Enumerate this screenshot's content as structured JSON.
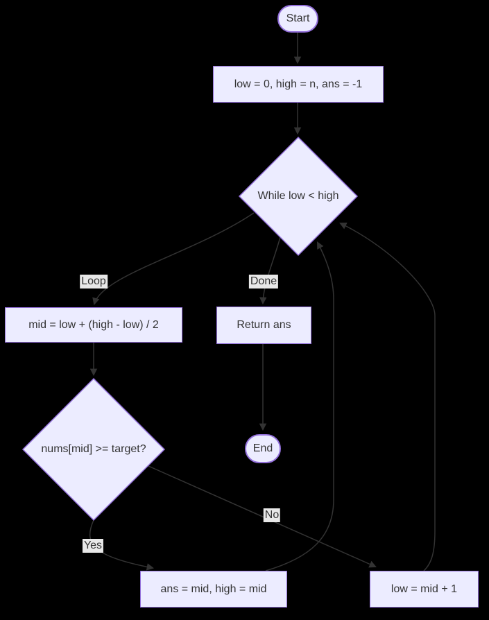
{
  "diagram": {
    "type": "flowchart",
    "nodes": {
      "start": {
        "label": "Start",
        "shape": "stadium"
      },
      "init": {
        "label": "low = 0, high = n, ans = -1",
        "shape": "rect"
      },
      "while": {
        "label": "While low < high",
        "shape": "diamond"
      },
      "mid": {
        "label": "mid = low + (high - low) / 2",
        "shape": "rect"
      },
      "return": {
        "label": "Return ans",
        "shape": "rect"
      },
      "end": {
        "label": "End",
        "shape": "stadium"
      },
      "check": {
        "label": "nums[mid] >= target?",
        "shape": "diamond"
      },
      "ans": {
        "label": "ans = mid, high = mid",
        "shape": "rect"
      },
      "low": {
        "label": "low = mid + 1",
        "shape": "rect"
      }
    },
    "edge_labels": {
      "loop": "Loop",
      "done": "Done",
      "yes": "Yes",
      "no": "No"
    },
    "colors": {
      "background": "#000000",
      "node_fill": "#ECECFF",
      "node_border": "#9370DB",
      "node_text": "#333333",
      "edge_line": "#333333",
      "edge_label_bg": "#e8e8e8"
    }
  }
}
